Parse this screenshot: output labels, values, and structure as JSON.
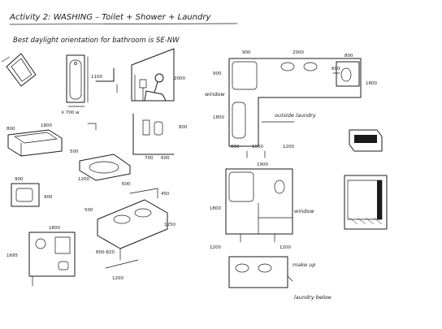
{
  "heading": {
    "title": "Activity 2: WASHING – Toilet + Shower + Laundry",
    "subtitle": "Best daylight orientation for bathroom is SE-NW"
  },
  "left_dimensions": {
    "bath_len": "1100",
    "bath_w": "k 700 w",
    "wc_h": "2000",
    "bath2_w": "800",
    "bath2_l": "1800",
    "shower": "500",
    "basin_len": "1200",
    "basin_w": "600",
    "wc_a": "700",
    "wc_b": "600",
    "wc_c": "800",
    "sq_w": "900",
    "sq_h": "900",
    "sink_h": "450",
    "sink_w": "500",
    "sink_d": "1250",
    "counter_w": "800-820",
    "counter_l": "1200",
    "plan_w": "1800",
    "plan_h": "1695"
  },
  "right_dimensions": {
    "top_a": "900",
    "top_b": "2000",
    "top_c": "800",
    "right_h": "1800",
    "left_h": "900",
    "box_w": "600",
    "left_h2": "1800",
    "bot_a": "800",
    "bot_b": "1000",
    "bot_c": "1200",
    "mid_top": "1900",
    "mid_left": "1800",
    "bot_left": "1200",
    "bot_right": "1200"
  },
  "notes": {
    "window1": "window",
    "outside": "outside laundry",
    "window2": "window",
    "makeup": "make up",
    "laundry": "laundry below"
  }
}
